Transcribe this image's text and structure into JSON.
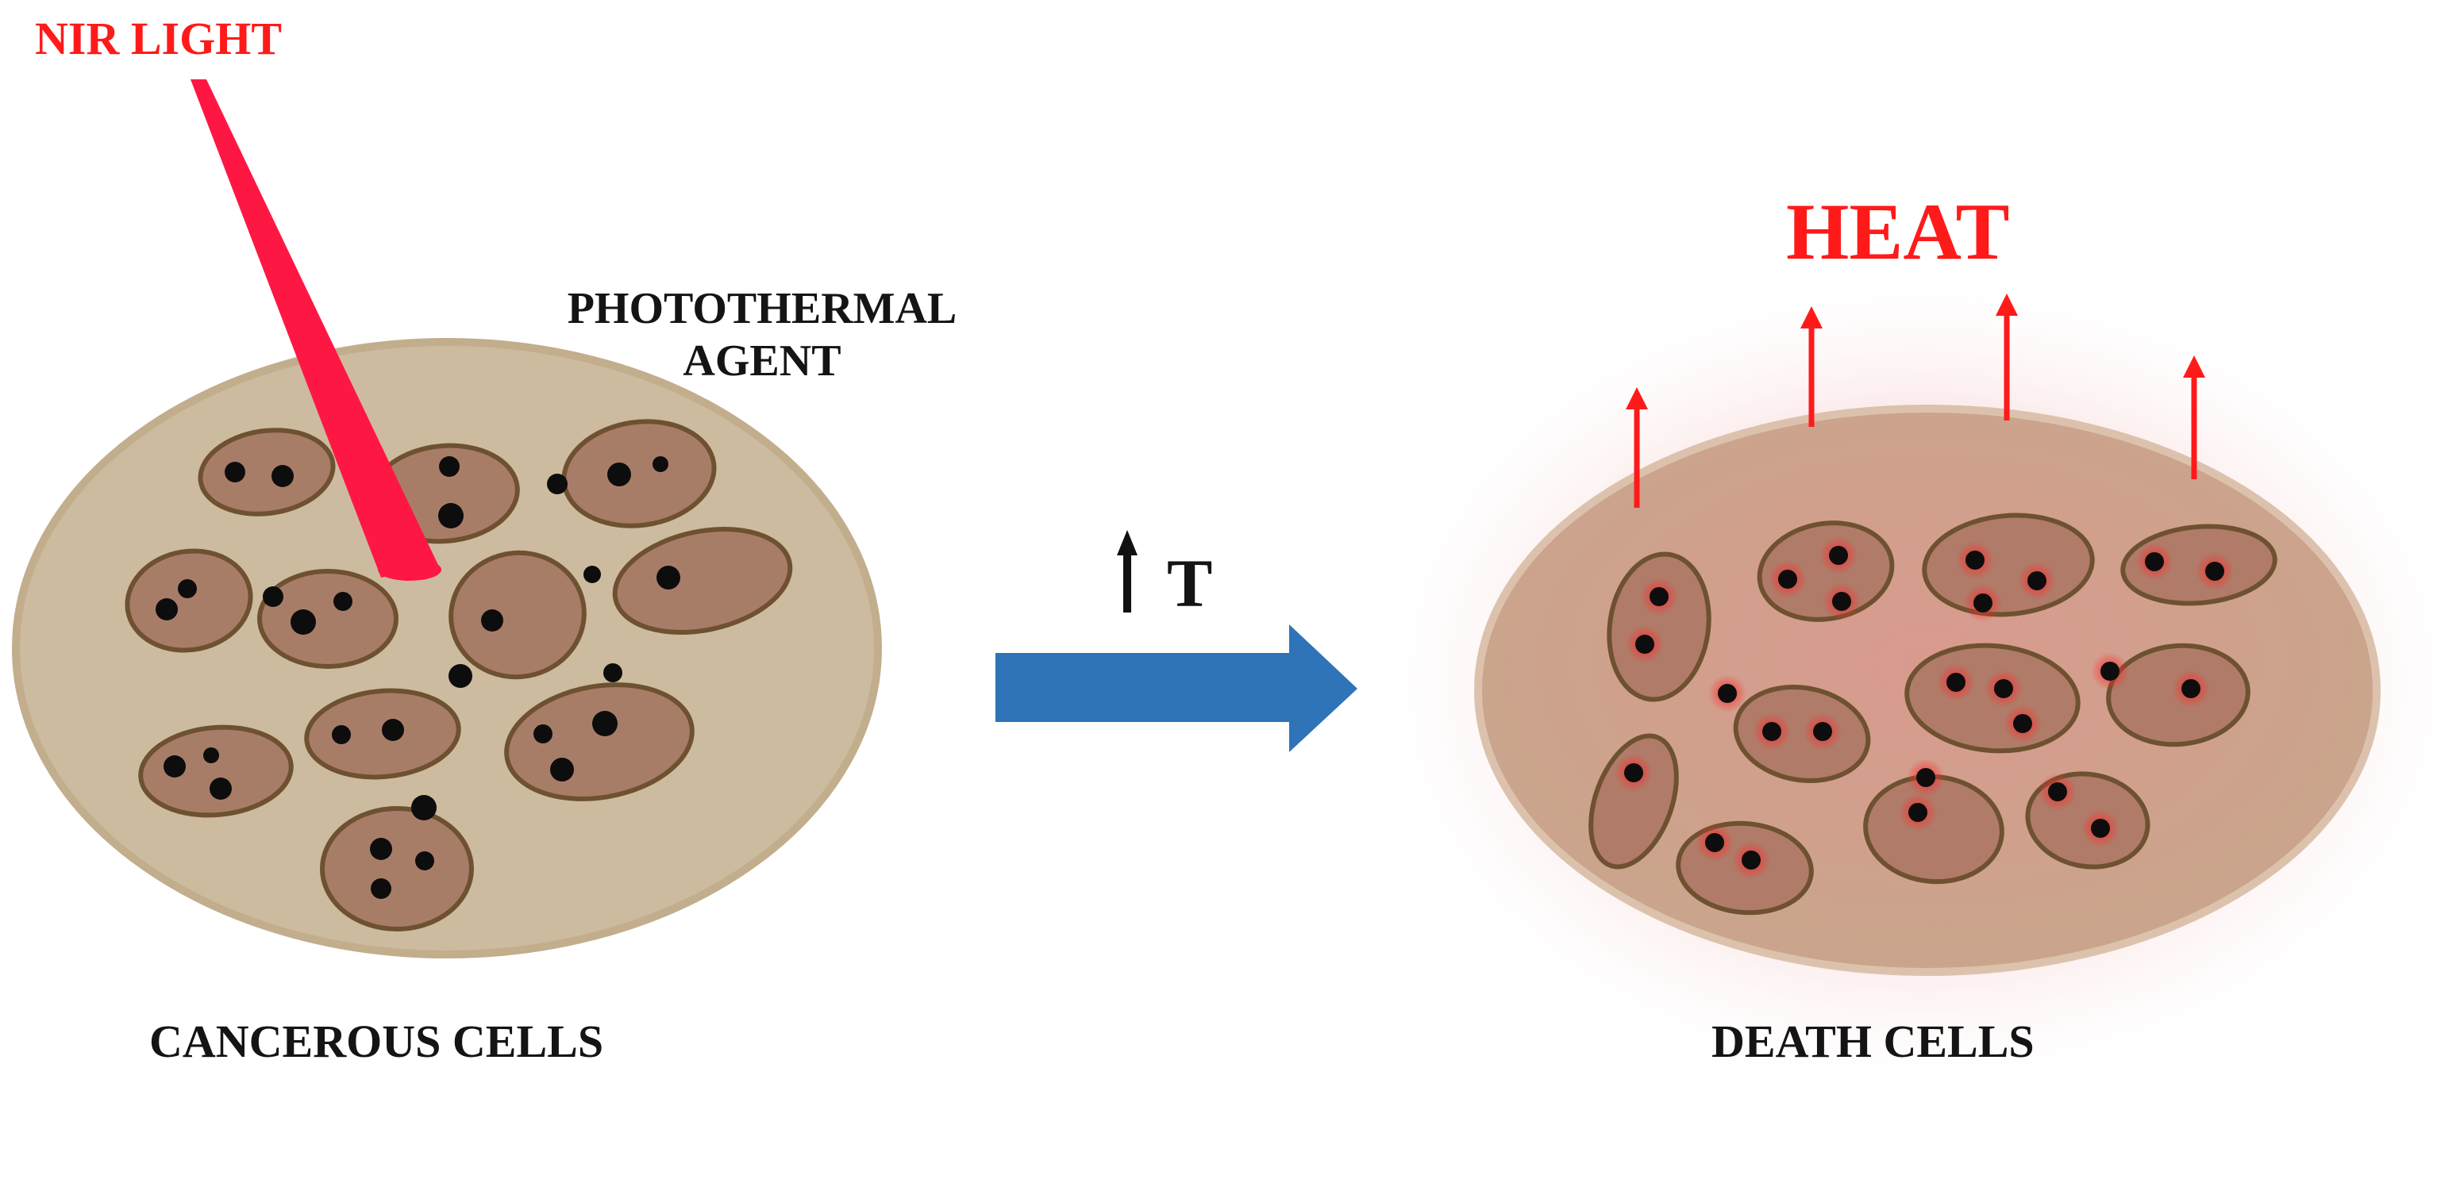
{
  "labels": {
    "nir_light": "NIR LIGHT",
    "photothermal_line1": "PHOTOTHERMAL",
    "photothermal_line2": "AGENT",
    "temperature_symbol": "T",
    "heat": "HEAT",
    "cancerous_cells": "CANCEROUS CELLS",
    "death_cells": "DEATH CELLS"
  },
  "colors": {
    "tissue": "#cdbb9f",
    "tissue_edge": "#c2ad8c",
    "cell": "#a87d68",
    "cell_edge": "#6e5130",
    "nanoparticle": "#0d0d0d",
    "laser": "#ff1744",
    "heat_arrows": "#ff1a1a",
    "process_arrow": "#2f73b8",
    "heat_glow": "#f2b4b4",
    "dead_tissue": "#c8a48c"
  }
}
